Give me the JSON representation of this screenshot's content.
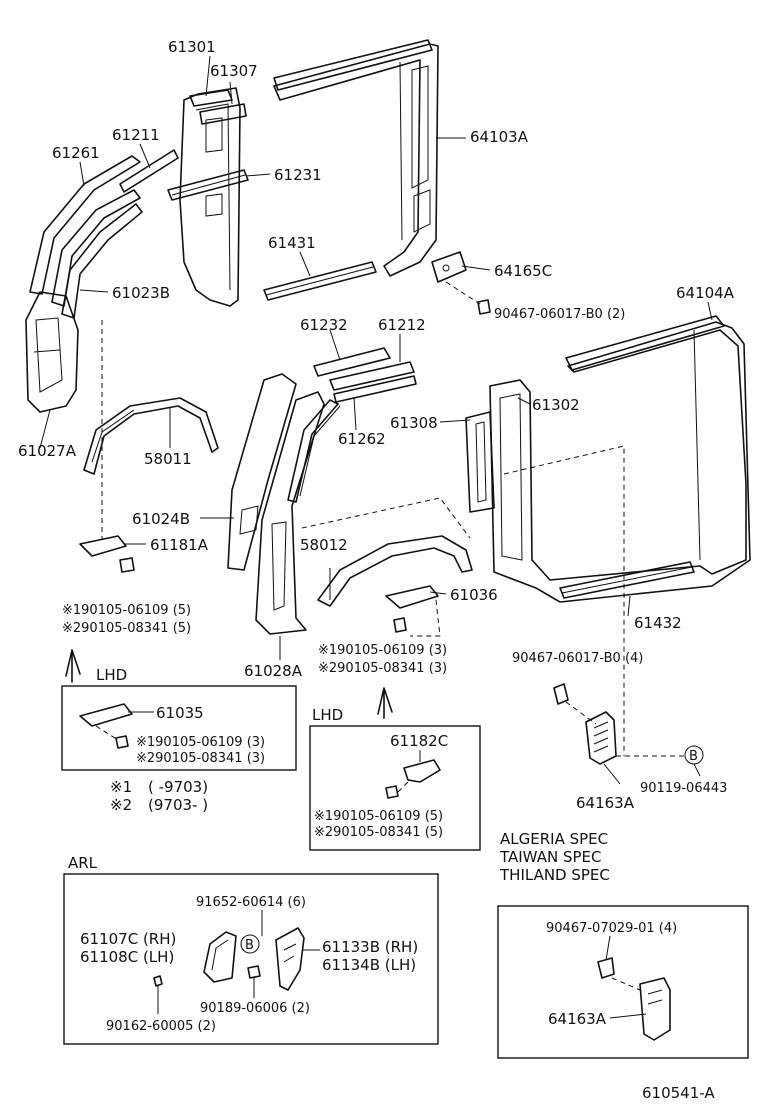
{
  "diagram_id": "610541-A",
  "labels": {
    "p61301": "61301",
    "p61307": "61307",
    "p64103A": "64103A",
    "p61211": "61211",
    "p61261": "61261",
    "p61231": "61231",
    "p61431": "61431",
    "p64165C": "64165C",
    "p61023B": "61023B",
    "p90467_2": "90467-06017-B0 (2)",
    "p64104A": "64104A",
    "p61232": "61232",
    "p61212": "61212",
    "p61308": "61308",
    "p61302": "61302",
    "p61262": "61262",
    "p61027A": "61027A",
    "p58011": "58011",
    "p61024B": "61024B",
    "p58012": "58012",
    "p61181A": "61181A",
    "p61036": "61036",
    "p61432": "61432",
    "s1_left": "※190105-06109 (5)",
    "s2_left": "※290105-08341 (5)",
    "s1_mid": "※190105-06109 (3)",
    "s2_mid": "※290105-08341 (3)",
    "p61028A": "61028A",
    "p90467_4": "90467-06017-B0 (4)",
    "p90119": "90119-06443",
    "p64163A": "64163A",
    "circle_b": "B"
  },
  "lhd_box1": {
    "title": "LHD",
    "part": "61035",
    "s1": "※190105-06109 (3)",
    "s2": "※290105-08341 (3)"
  },
  "legend": {
    "r1_mark": "※1",
    "r1_text": "(        -9703)",
    "r2_mark": "※2",
    "r2_text": "(9703-        )"
  },
  "lhd_box2": {
    "title": "LHD",
    "part": "61182C",
    "s1": "※190105-06109 (5)",
    "s2": "※290105-08341 (5)"
  },
  "spec": {
    "line1": "ALGERIA SPEC",
    "line2": "TAIWAN SPEC",
    "line3": "THILAND SPEC",
    "bolt": "90467-07029-01 (4)",
    "part": "64163A"
  },
  "arl": {
    "title": "ARL",
    "p91652": "91652-60614 (6)",
    "circle_b": "B",
    "p61107C": "61107C (RH)",
    "p61108C": "61108C (LH)",
    "p61133B": "61133B (RH)",
    "p61134B": "61134B (LH)",
    "p90189": "90189-06006 (2)",
    "p90162": "90162-60005 (2)"
  }
}
